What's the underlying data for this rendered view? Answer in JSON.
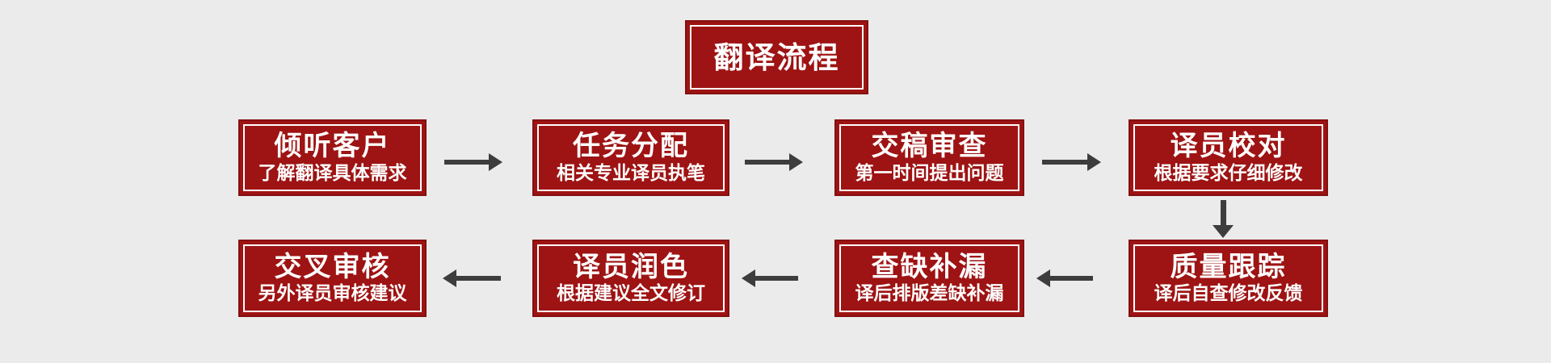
{
  "page": {
    "background_color": "#ebebeb"
  },
  "colors": {
    "box_fill": "#9e1313",
    "box_outer_border": "#850f0f",
    "box_inner_border": "#ffffff",
    "text": "#ffffff",
    "arrow": "#3d3d3d"
  },
  "header": {
    "title": "翻译流程"
  },
  "flow": {
    "row1": [
      {
        "title": "倾听客户",
        "subtitle": "了解翻译具体需求"
      },
      {
        "title": "任务分配",
        "subtitle": "相关专业译员执笔"
      },
      {
        "title": "交稿审查",
        "subtitle": "第一时间提出问题"
      },
      {
        "title": "译员校对",
        "subtitle": "根据要求仔细修改"
      }
    ],
    "row2": [
      {
        "title": "交叉审核",
        "subtitle": "另外译员审核建议"
      },
      {
        "title": "译员润色",
        "subtitle": "根据建议全文修订"
      },
      {
        "title": "查缺补漏",
        "subtitle": "译后排版差缺补漏"
      },
      {
        "title": "质量跟踪",
        "subtitle": "译后自查修改反馈"
      }
    ]
  }
}
